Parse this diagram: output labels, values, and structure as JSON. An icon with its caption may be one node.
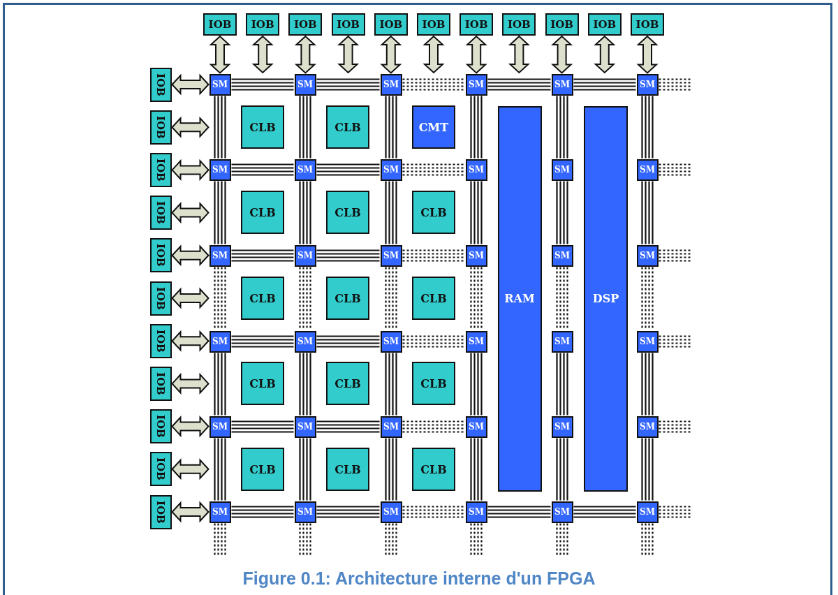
{
  "diagram": {
    "caption": "Figure 0.1: Architecture interne d'un FPGA",
    "nodes": [
      {
        "text": [
          "IOB"
        ]
      },
      {
        "text": [
          "IOB"
        ]
      },
      {
        "text": [
          "IOB"
        ]
      },
      {
        "text": [
          "IOB"
        ]
      },
      {
        "text": [
          "IOB"
        ]
      },
      {
        "text": [
          "IOB"
        ]
      },
      {
        "text": [
          "IOB"
        ]
      },
      {
        "text": [
          "IOB"
        ]
      },
      {
        "text": [
          "IOB"
        ]
      },
      {
        "text": [
          "IOB"
        ]
      },
      {
        "text": [
          "IOB"
        ]
      },
      {
        "text": [
          "IOB"
        ]
      },
      {
        "text": [
          "IOB"
        ]
      },
      {
        "text": [
          "IOB"
        ]
      },
      {
        "text": [
          "IOB"
        ]
      },
      {
        "text": [
          "IOB"
        ]
      },
      {
        "text": [
          "IOB"
        ]
      },
      {
        "text": [
          "IOB"
        ]
      },
      {
        "text": [
          "IOB"
        ]
      },
      {
        "text": [
          "IOB"
        ]
      },
      {
        "text": [
          "IOB"
        ]
      },
      {
        "text": [
          "IOB"
        ]
      },
      {
        "text": [
          "SM"
        ]
      },
      {
        "text": [
          "SM"
        ]
      },
      {
        "text": [
          "SM"
        ]
      },
      {
        "text": [
          "SM"
        ]
      },
      {
        "text": [
          "SM"
        ]
      },
      {
        "text": [
          "SM"
        ]
      },
      {
        "text": [
          "SM"
        ]
      },
      {
        "text": [
          "SM"
        ]
      },
      {
        "text": [
          "SM"
        ]
      },
      {
        "text": [
          "SM"
        ]
      },
      {
        "text": [
          "SM"
        ]
      },
      {
        "text": [
          "SM"
        ]
      },
      {
        "text": [
          "SM"
        ]
      },
      {
        "text": [
          "SM"
        ]
      },
      {
        "text": [
          "SM"
        ]
      },
      {
        "text": [
          "SM"
        ]
      },
      {
        "text": [
          "SM"
        ]
      },
      {
        "text": [
          "SM"
        ]
      },
      {
        "text": [
          "SM"
        ]
      },
      {
        "text": [
          "SM"
        ]
      },
      {
        "text": [
          "SM"
        ]
      },
      {
        "text": [
          "SM"
        ]
      },
      {
        "text": [
          "SM"
        ]
      },
      {
        "text": [
          "SM"
        ]
      },
      {
        "text": [
          "SM"
        ]
      },
      {
        "text": [
          "SM"
        ]
      },
      {
        "text": [
          "SM"
        ]
      },
      {
        "text": [
          "SM"
        ]
      },
      {
        "text": [
          "SM"
        ]
      },
      {
        "text": [
          "SM"
        ]
      },
      {
        "text": [
          "SM"
        ]
      },
      {
        "text": [
          "SM"
        ]
      },
      {
        "text": [
          "SM"
        ]
      },
      {
        "text": [
          "SM"
        ]
      },
      {
        "text": [
          "SM"
        ]
      },
      {
        "text": [
          "SM"
        ]
      },
      {
        "text": [
          "CLB"
        ]
      },
      {
        "text": [
          "CLB"
        ]
      },
      {
        "text": [
          "CMT"
        ]
      },
      {
        "text": [
          "CLB"
        ]
      },
      {
        "text": [
          "CLB"
        ]
      },
      {
        "text": [
          "CLB"
        ]
      },
      {
        "text": [
          "CLB"
        ]
      },
      {
        "text": [
          "CLB"
        ]
      },
      {
        "text": [
          "CLB"
        ]
      },
      {
        "text": [
          "CLB"
        ]
      },
      {
        "text": [
          "CLB"
        ]
      },
      {
        "text": [
          "CLB"
        ]
      },
      {
        "text": [
          "CLB"
        ]
      },
      {
        "text": [
          "CLB"
        ]
      },
      {
        "text": [
          "CLB"
        ]
      },
      {
        "text": [
          "RAM"
        ]
      },
      {
        "text": [
          "DSP"
        ]
      }
    ],
    "edges": [
      {
        "from": 0,
        "to": 22,
        "arrow": "both"
      },
      {
        "from": 1,
        "to": null,
        "arrow": "both"
      },
      {
        "from": 2,
        "to": 23,
        "arrow": "both"
      },
      {
        "from": 3,
        "to": null,
        "arrow": "both"
      },
      {
        "from": 4,
        "to": 24,
        "arrow": "both"
      },
      {
        "from": 5,
        "to": null,
        "arrow": "both"
      },
      {
        "from": 6,
        "to": 25,
        "arrow": "both"
      },
      {
        "from": 7,
        "to": null,
        "arrow": "both"
      },
      {
        "from": 8,
        "to": 26,
        "arrow": "both"
      },
      {
        "from": 9,
        "to": null,
        "arrow": "both"
      },
      {
        "from": 10,
        "to": 27,
        "arrow": "both"
      },
      {
        "from": 11,
        "to": 22,
        "arrow": "both"
      },
      {
        "from": 12,
        "to": null,
        "arrow": "both"
      },
      {
        "from": 13,
        "to": 28,
        "arrow": "both"
      },
      {
        "from": 14,
        "to": null,
        "arrow": "both"
      },
      {
        "from": 15,
        "to": 34,
        "arrow": "both"
      },
      {
        "from": 16,
        "to": null,
        "arrow": "both"
      },
      {
        "from": 17,
        "to": 40,
        "arrow": "both"
      },
      {
        "from": 18,
        "to": null,
        "arrow": "both"
      },
      {
        "from": 19,
        "to": 46,
        "arrow": "both"
      },
      {
        "from": 20,
        "to": null,
        "arrow": "both"
      },
      {
        "from": 21,
        "to": 52,
        "arrow": "both"
      },
      {
        "from": 22,
        "to": 23,
        "arrow": "none"
      },
      {
        "from": 23,
        "to": 24,
        "arrow": "none"
      },
      {
        "from": 24,
        "to": 25,
        "arrow": "none",
        "style": "dashed"
      },
      {
        "from": 25,
        "to": 26,
        "arrow": "none"
      },
      {
        "from": 26,
        "to": 27,
        "arrow": "none"
      },
      {
        "from": 27,
        "to": null,
        "arrow": "none",
        "style": "dashed"
      },
      {
        "from": 28,
        "to": 29,
        "arrow": "none"
      },
      {
        "from": 29,
        "to": 30,
        "arrow": "none"
      },
      {
        "from": 30,
        "to": 31,
        "arrow": "none",
        "style": "dashed"
      },
      {
        "from": 33,
        "to": null,
        "arrow": "none",
        "style": "dashed"
      },
      {
        "from": 34,
        "to": 35,
        "arrow": "none"
      },
      {
        "from": 35,
        "to": 36,
        "arrow": "none"
      },
      {
        "from": 36,
        "to": 37,
        "arrow": "none",
        "style": "dashed"
      },
      {
        "from": 39,
        "to": null,
        "arrow": "none",
        "style": "dashed"
      },
      {
        "from": 40,
        "to": 41,
        "arrow": "none"
      },
      {
        "from": 41,
        "to": 42,
        "arrow": "none"
      },
      {
        "from": 42,
        "to": 43,
        "arrow": "none",
        "style": "dashed"
      },
      {
        "from": 45,
        "to": null,
        "arrow": "none",
        "style": "dashed"
      },
      {
        "from": 46,
        "to": 47,
        "arrow": "none"
      },
      {
        "from": 47,
        "to": 48,
        "arrow": "none"
      },
      {
        "from": 48,
        "to": 49,
        "arrow": "none",
        "style": "dashed"
      },
      {
        "from": 51,
        "to": null,
        "arrow": "none",
        "style": "dashed"
      },
      {
        "from": 52,
        "to": 53,
        "arrow": "none"
      },
      {
        "from": 53,
        "to": 54,
        "arrow": "none"
      },
      {
        "from": 54,
        "to": 55,
        "arrow": "none",
        "style": "dashed"
      },
      {
        "from": 55,
        "to": 56,
        "arrow": "none"
      },
      {
        "from": 56,
        "to": 57,
        "arrow": "none"
      },
      {
        "from": 57,
        "to": null,
        "arrow": "none",
        "style": "dashed"
      },
      {
        "from": 22,
        "to": 28,
        "arrow": "none"
      },
      {
        "from": 28,
        "to": 34,
        "arrow": "none"
      },
      {
        "from": 34,
        "to": 40,
        "arrow": "none",
        "style": "dashed"
      },
      {
        "from": 40,
        "to": 46,
        "arrow": "none"
      },
      {
        "from": 46,
        "to": 52,
        "arrow": "none"
      },
      {
        "from": 52,
        "to": null,
        "arrow": "none",
        "style": "dashed"
      },
      {
        "from": 23,
        "to": 29,
        "arrow": "none"
      },
      {
        "from": 29,
        "to": 35,
        "arrow": "none"
      },
      {
        "from": 35,
        "to": 41,
        "arrow": "none",
        "style": "dashed"
      },
      {
        "from": 41,
        "to": 47,
        "arrow": "none"
      },
      {
        "from": 47,
        "to": 53,
        "arrow": "none"
      },
      {
        "from": 53,
        "to": null,
        "arrow": "none",
        "style": "dashed"
      },
      {
        "from": 24,
        "to": 30,
        "arrow": "none"
      },
      {
        "from": 30,
        "to": 36,
        "arrow": "none"
      },
      {
        "from": 36,
        "to": 42,
        "arrow": "none",
        "style": "dashed"
      },
      {
        "from": 42,
        "to": 48,
        "arrow": "none"
      },
      {
        "from": 48,
        "to": 54,
        "arrow": "none"
      },
      {
        "from": 54,
        "to": null,
        "arrow": "none",
        "style": "dashed"
      },
      {
        "from": 25,
        "to": 31,
        "arrow": "none"
      },
      {
        "from": 31,
        "to": 37,
        "arrow": "none"
      },
      {
        "from": 37,
        "to": 43,
        "arrow": "none",
        "style": "dashed"
      },
      {
        "from": 43,
        "to": 49,
        "arrow": "none"
      },
      {
        "from": 49,
        "to": 55,
        "arrow": "none"
      },
      {
        "from": 55,
        "to": null,
        "arrow": "none",
        "style": "dashed"
      },
      {
        "from": 26,
        "to": 32,
        "arrow": "none"
      },
      {
        "from": 32,
        "to": 38,
        "arrow": "none"
      },
      {
        "from": 38,
        "to": 44,
        "arrow": "none",
        "style": "dashed"
      },
      {
        "from": 44,
        "to": 50,
        "arrow": "none"
      },
      {
        "from": 50,
        "to": 56,
        "arrow": "none"
      },
      {
        "from": 56,
        "to": null,
        "arrow": "none",
        "style": "dashed"
      },
      {
        "from": 27,
        "to": 33,
        "arrow": "none"
      },
      {
        "from": 33,
        "to": 39,
        "arrow": "none"
      },
      {
        "from": 39,
        "to": 45,
        "arrow": "none",
        "style": "dashed"
      },
      {
        "from": 45,
        "to": 51,
        "arrow": "none"
      },
      {
        "from": 51,
        "to": 57,
        "arrow": "none"
      },
      {
        "from": 57,
        "to": null,
        "arrow": "none",
        "style": "dashed"
      }
    ]
  }
}
